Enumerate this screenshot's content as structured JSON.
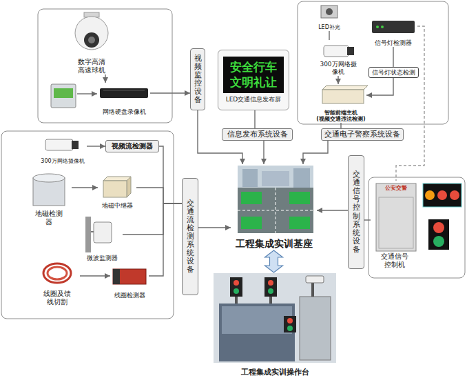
{
  "diagram": {
    "nodes": [
      {
        "text": [
          "数字高清高速球机"
        ]
      },
      {
        "text": [
          "网络硬盘录像机"
        ]
      },
      {
        "text": [
          "视频监控设备"
        ]
      },
      {
        "text": [
          "安全行车 文明礼让",
          "LED交通信息发布屏"
        ]
      },
      {
        "text": [
          "LED补光"
        ]
      },
      {
        "text": [
          "300万网络摄像机"
        ]
      },
      {
        "text": [
          "信号灯检测器"
        ]
      },
      {
        "text": [
          "信号灯状态检测"
        ]
      },
      {
        "text": [
          "智能前端主机",
          "(视频交通违法检测)"
        ]
      },
      {
        "text": [
          "信息发布系统设备"
        ]
      },
      {
        "text": [
          "交通电子警察系统设备"
        ]
      },
      {
        "text": [
          "300万网络摄像机"
        ]
      },
      {
        "text": [
          "视频流检测器"
        ]
      },
      {
        "text": [
          "地磁检测器"
        ]
      },
      {
        "text": [
          "地磁中继器"
        ]
      },
      {
        "text": [
          "微波监测器"
        ]
      },
      {
        "text": [
          "线圈及馈线切割"
        ]
      },
      {
        "text": [
          "线圈检测器"
        ]
      },
      {
        "text": [
          "交通流检测系统设备"
        ]
      },
      {
        "text": [
          "工程集成实训基座"
        ]
      },
      {
        "text": [
          "交通信号控制系统设备"
        ]
      },
      {
        "text": [
          "交通信号控制机"
        ]
      },
      {
        "text": [
          "工程集成实训操作台"
        ]
      }
    ],
    "edges": [
      {
        "from": 0,
        "to": 1,
        "arrow": "to"
      },
      {
        "from": 1,
        "to": 2,
        "arrow": "to"
      },
      {
        "from": 2,
        "to": 19,
        "arrow": "to"
      },
      {
        "from": 3,
        "to": 9,
        "arrow": "none"
      },
      {
        "from": 9,
        "to": 19,
        "arrow": "to"
      },
      {
        "from": 4,
        "to": 5,
        "arrow": "none"
      },
      {
        "from": 5,
        "to": 8,
        "arrow": "to"
      },
      {
        "from": 6,
        "to": 7,
        "arrow": "none"
      },
      {
        "from": 7,
        "to": 8,
        "arrow": "to"
      },
      {
        "from": 8,
        "to": 10,
        "arrow": "none"
      },
      {
        "from": 10,
        "to": 19,
        "arrow": "to"
      },
      {
        "from": 6,
        "to": 21,
        "arrow": "none"
      },
      {
        "from": 11,
        "to": 12,
        "arrow": "to"
      },
      {
        "from": 13,
        "to": 14,
        "arrow": "to"
      },
      {
        "from": 16,
        "to": 17,
        "arrow": "to"
      },
      {
        "from": 12,
        "to": 18,
        "arrow": "none"
      },
      {
        "from": 14,
        "to": 18,
        "arrow": "none"
      },
      {
        "from": 15,
        "to": 18,
        "arrow": "none"
      },
      {
        "from": 17,
        "to": 18,
        "arrow": "none"
      },
      {
        "from": 18,
        "to": 19,
        "arrow": "to"
      },
      {
        "from": 21,
        "to": 20,
        "arrow": "none"
      },
      {
        "from": 20,
        "to": 19,
        "arrow": "to"
      },
      {
        "from": 19,
        "to": 22,
        "arrow": "both"
      }
    ],
    "labels": [
      "公安交警"
    ]
  }
}
